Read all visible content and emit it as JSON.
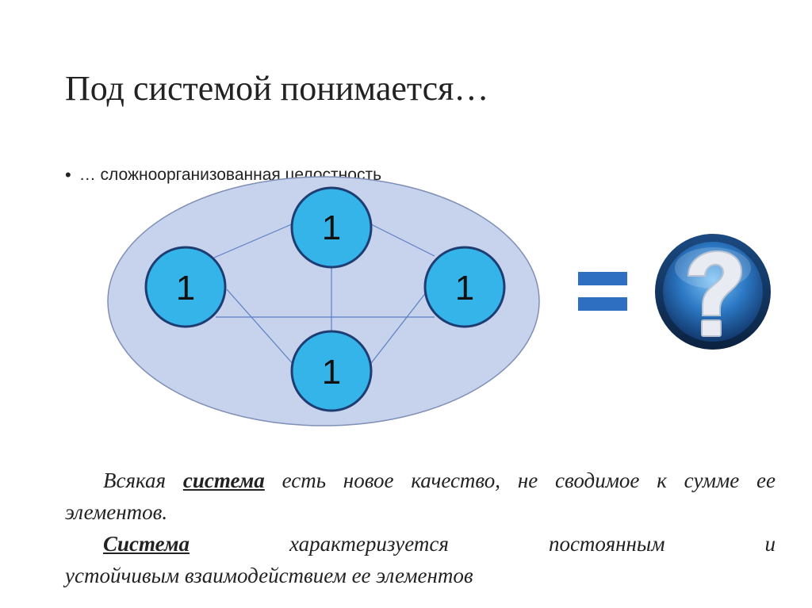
{
  "slide": {
    "title": "Под системой понимается…",
    "bullet": "… сложноорганизованная целостность"
  },
  "diagram": {
    "nodes": [
      {
        "id": "top",
        "label": "1"
      },
      {
        "id": "left",
        "label": "1"
      },
      {
        "id": "right",
        "label": "1"
      },
      {
        "id": "bottom",
        "label": "1"
      }
    ],
    "edges": [
      [
        "left",
        "top"
      ],
      [
        "top",
        "right"
      ],
      [
        "top",
        "bottom"
      ],
      [
        "left",
        "right"
      ],
      [
        "left",
        "bottom"
      ],
      [
        "right",
        "bottom"
      ]
    ],
    "equals_sign": "=",
    "result_icon": "question-mark-icon",
    "colors": {
      "ellipse_fill": "#c7d3ec",
      "ellipse_stroke": "#7f8fb5",
      "node_fill": "#35b4ea",
      "node_stroke": "#1e3d72",
      "edge": "#5a7fc4",
      "equals": "#2f6fc1",
      "question_bg": "#1f63a8"
    }
  },
  "text": {
    "p1_start": "Всякая ",
    "p1_keyword": "система",
    "p1_rest": " есть новое качество, не сводимое к сумме ее элементов.",
    "p2_keyword": "Система",
    "p2_rest": " характеризуется постоянным и",
    "p2_line2": "устойчивым взаимодействием ее элементов"
  }
}
